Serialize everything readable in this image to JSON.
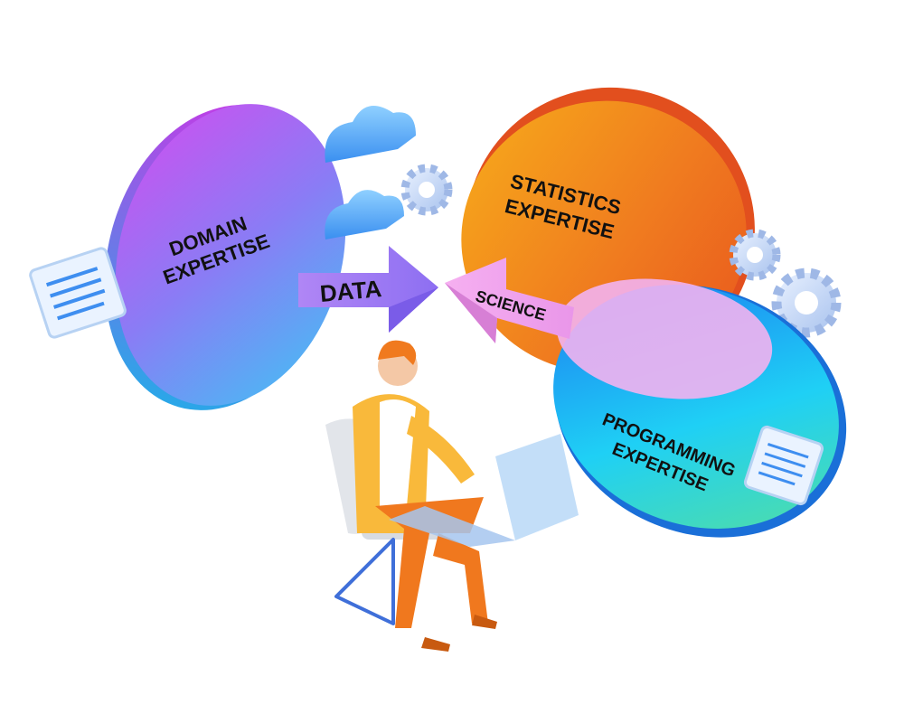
{
  "diagram": {
    "domain": {
      "line1": "DOMAIN",
      "line2": "EXPERTISE"
    },
    "statistics": {
      "line1": "STATISTICS",
      "line2": "EXPERTISE"
    },
    "programming": {
      "line1": "PROGRAMMING",
      "line2": "EXPERTISE"
    },
    "data_arrow": "DATA",
    "science_arrow": "SCIENCE"
  },
  "icons": [
    "cloud-icon",
    "gear-icon",
    "document-icon",
    "person-icon",
    "laptop-icon",
    "chair-icon"
  ],
  "colors": {
    "domain_gradient": [
      "#d24df0",
      "#8a7cf5",
      "#3fc4f4"
    ],
    "statistics_gradient": [
      "#f6a21a",
      "#f07a1f",
      "#e8551e"
    ],
    "programming_gradient": [
      "#1c84f0",
      "#1fd0f5",
      "#58e09a"
    ],
    "data_arrow": "#9b7cf4",
    "science_arrow": "#f2a6ee",
    "person_jacket": "#f9b93b",
    "person_pants": "#f0781e"
  }
}
